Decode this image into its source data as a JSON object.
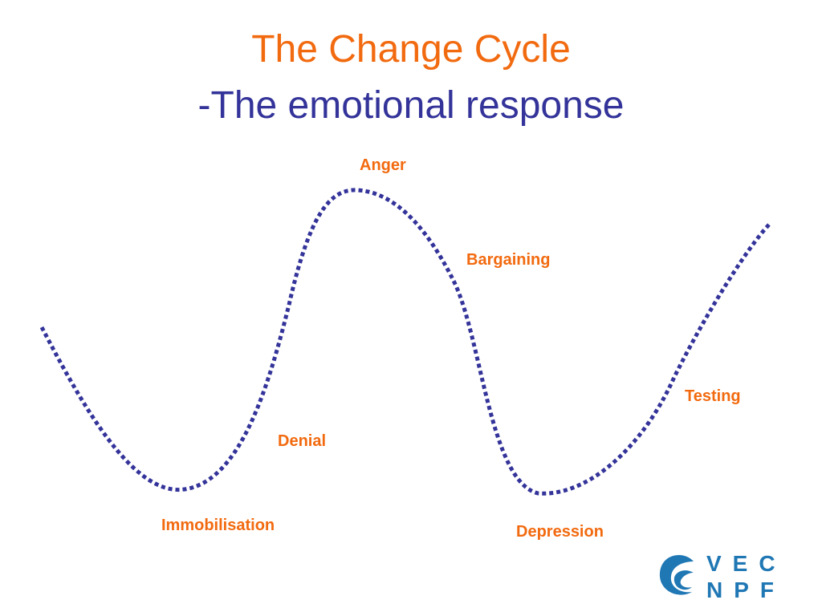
{
  "slide": {
    "title": "The Change Cycle",
    "subtitle": "-The emotional response"
  },
  "stages": [
    {
      "label": "Immobilisation"
    },
    {
      "label": "Denial"
    },
    {
      "label": "Anger"
    },
    {
      "label": "Bargaining"
    },
    {
      "label": "Depression"
    },
    {
      "label": "Testing"
    }
  ],
  "logo": {
    "line1": "VEC",
    "line2": "NPF"
  },
  "colors": {
    "title": "#f26a0f",
    "subtitle": "#33339a",
    "curve": "#33339a",
    "labels": "#f26a0f",
    "logo": "#1f77b4"
  }
}
